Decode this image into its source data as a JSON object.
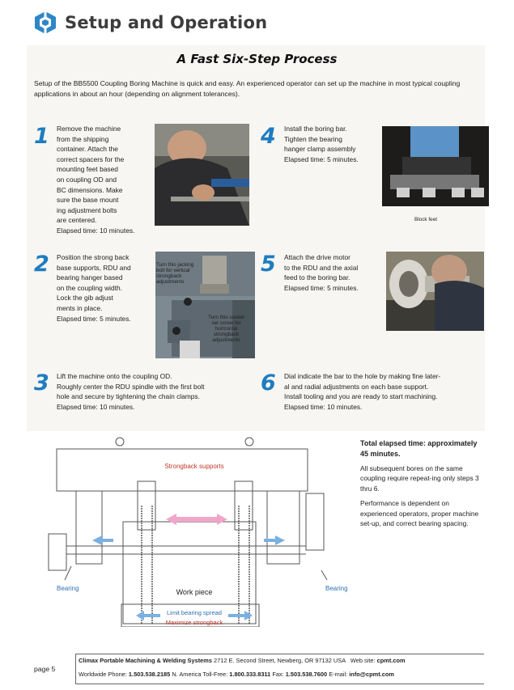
{
  "header": {
    "title": "Setup and Operation"
  },
  "section_title": "A Fast Six-Step Process",
  "intro": "Setup of the BB5500 Coupling Boring Machine is quick and easy. An experienced operator can set up the machine in most typical coupling applications in about an hour (depending on alignment tolerances).",
  "steps": [
    {
      "num": "1",
      "text": "Remove the machine\nfrom the shipping\ncontainer. Attach the\ncorrect spacers for the\nmounting feet based\non coupling OD and\nBC dimensions. Make\nsure the base mount\ning adjustment bolts\nare centered.\nElapsed time: 10 minutes."
    },
    {
      "num": "2",
      "text": "Position the strong back\nbase supports, RDU and\nbearing hanger based\non the coupling width.\nLock the gib adjust\nments in place.\nElapsed time: 5 minutes."
    },
    {
      "num": "3",
      "text": "Lift the machine onto the coupling OD.\nRoughly center the RDU spindle with the first bolt\nhole and secure by tightening the chain clamps.\nElapsed time: 10 minutes."
    },
    {
      "num": "4",
      "text": "Install the boring bar.\nTighten the bearing\nhanger clamp assembly\nElapsed time: 5 minutes."
    },
    {
      "num": "5",
      "text": "Attach the drive motor\nto the RDU and the axial\nfeed to the boring bar.\nElapsed time: 5 minutes."
    },
    {
      "num": "6",
      "text": "Dial indicate the bar to the hole by making fine later-\nal and radial adjustments on each base support.\nInstall tooling and you are ready to start machining.\nElapsed time: 10 minutes."
    }
  ],
  "captions": {
    "jacking": "Turn this jacking bolt for vertical strongback adjustments",
    "socket": "Turn this socket set screw for horizontal strongback adjustments",
    "block_feet": "Block feet"
  },
  "drawing": {
    "strongback_supports": "Strongback supports",
    "bearing_left": "Bearing",
    "bearing_right": "Bearing",
    "work_piece": "Work piece",
    "limit_bearing": "Limit bearing spread",
    "maximize": "Maximize strongback"
  },
  "summary": {
    "total": "Total elapsed time: approximately 45 minutes.",
    "subsequent": "All subsequent bores on the same coupling require repeat-ing only steps 3 thru 6.",
    "performance": "Performance is dependent on experienced operators, proper machine set-up, and correct bearing spacing."
  },
  "footer": {
    "page": "page 5",
    "company": "Climax Portable Machining & Welding Systems",
    "address": "2712 E. Second Street, Newberg, OR 97132 USA",
    "web_label": "Web site:",
    "web": "cpmt.com",
    "ww_label": "Worldwide Phone:",
    "ww_phone": "1.503.538.2185",
    "na_label": "N. America Toll-Free:",
    "na_phone": "1.800.333.8311",
    "fax_label": "Fax:",
    "fax": "1.503.538.7600",
    "email_label": "E-mail:",
    "email": "info@cpmt.com"
  }
}
